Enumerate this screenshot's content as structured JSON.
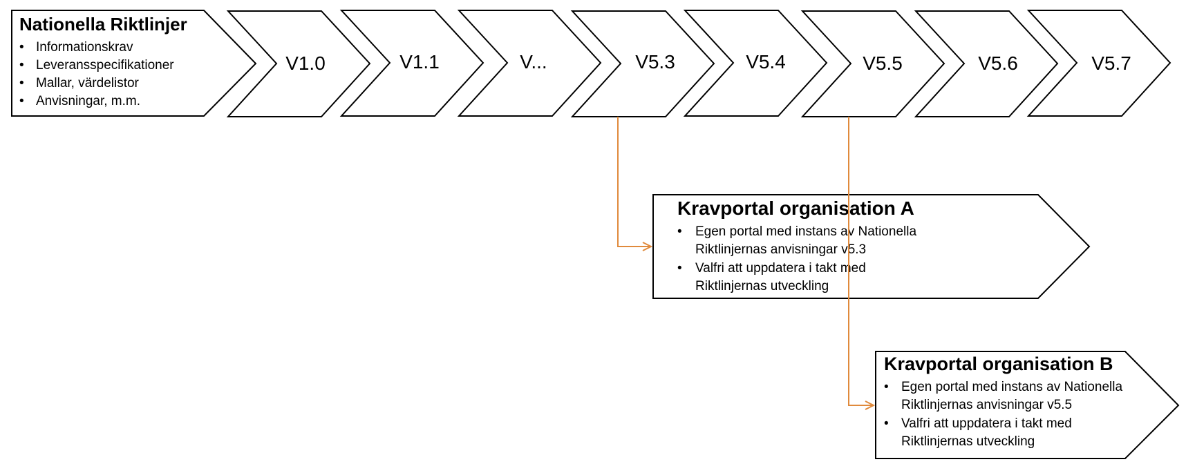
{
  "nationella": {
    "title": "Nationella Riktlinjer",
    "items": [
      "Informationskrav",
      "Leveransspecifikationer",
      "Mallar, värdelistor",
      "Anvisningar, m.m."
    ]
  },
  "versions": [
    "V1.0",
    "V1.1",
    "V...",
    "V5.3",
    "V5.4",
    "V5.5",
    "V5.6",
    "V5.7"
  ],
  "org_a": {
    "title": "Kravportal organisation A",
    "lines": [
      {
        "bullet": true,
        "text": "Egen portal med instans av Nationella"
      },
      {
        "bullet": false,
        "text": "Riktlinjernas anvisningar v5.3"
      },
      {
        "bullet": true,
        "text": "Valfri att uppdatera i takt med"
      },
      {
        "bullet": false,
        "text": "Riktlinjernas utveckling"
      }
    ]
  },
  "org_b": {
    "title": "Kravportal organisation B",
    "lines": [
      {
        "bullet": true,
        "text": "Egen portal med instans av Nationella"
      },
      {
        "bullet": false,
        "text": "Riktlinjernas anvisningar v5.5"
      },
      {
        "bullet": true,
        "text": "Valfri att uppdatera i takt med"
      },
      {
        "bullet": false,
        "text": "Riktlinjernas utveckling"
      }
    ]
  },
  "colors": {
    "connector": "#e08a3c",
    "stroke": "#000000"
  }
}
